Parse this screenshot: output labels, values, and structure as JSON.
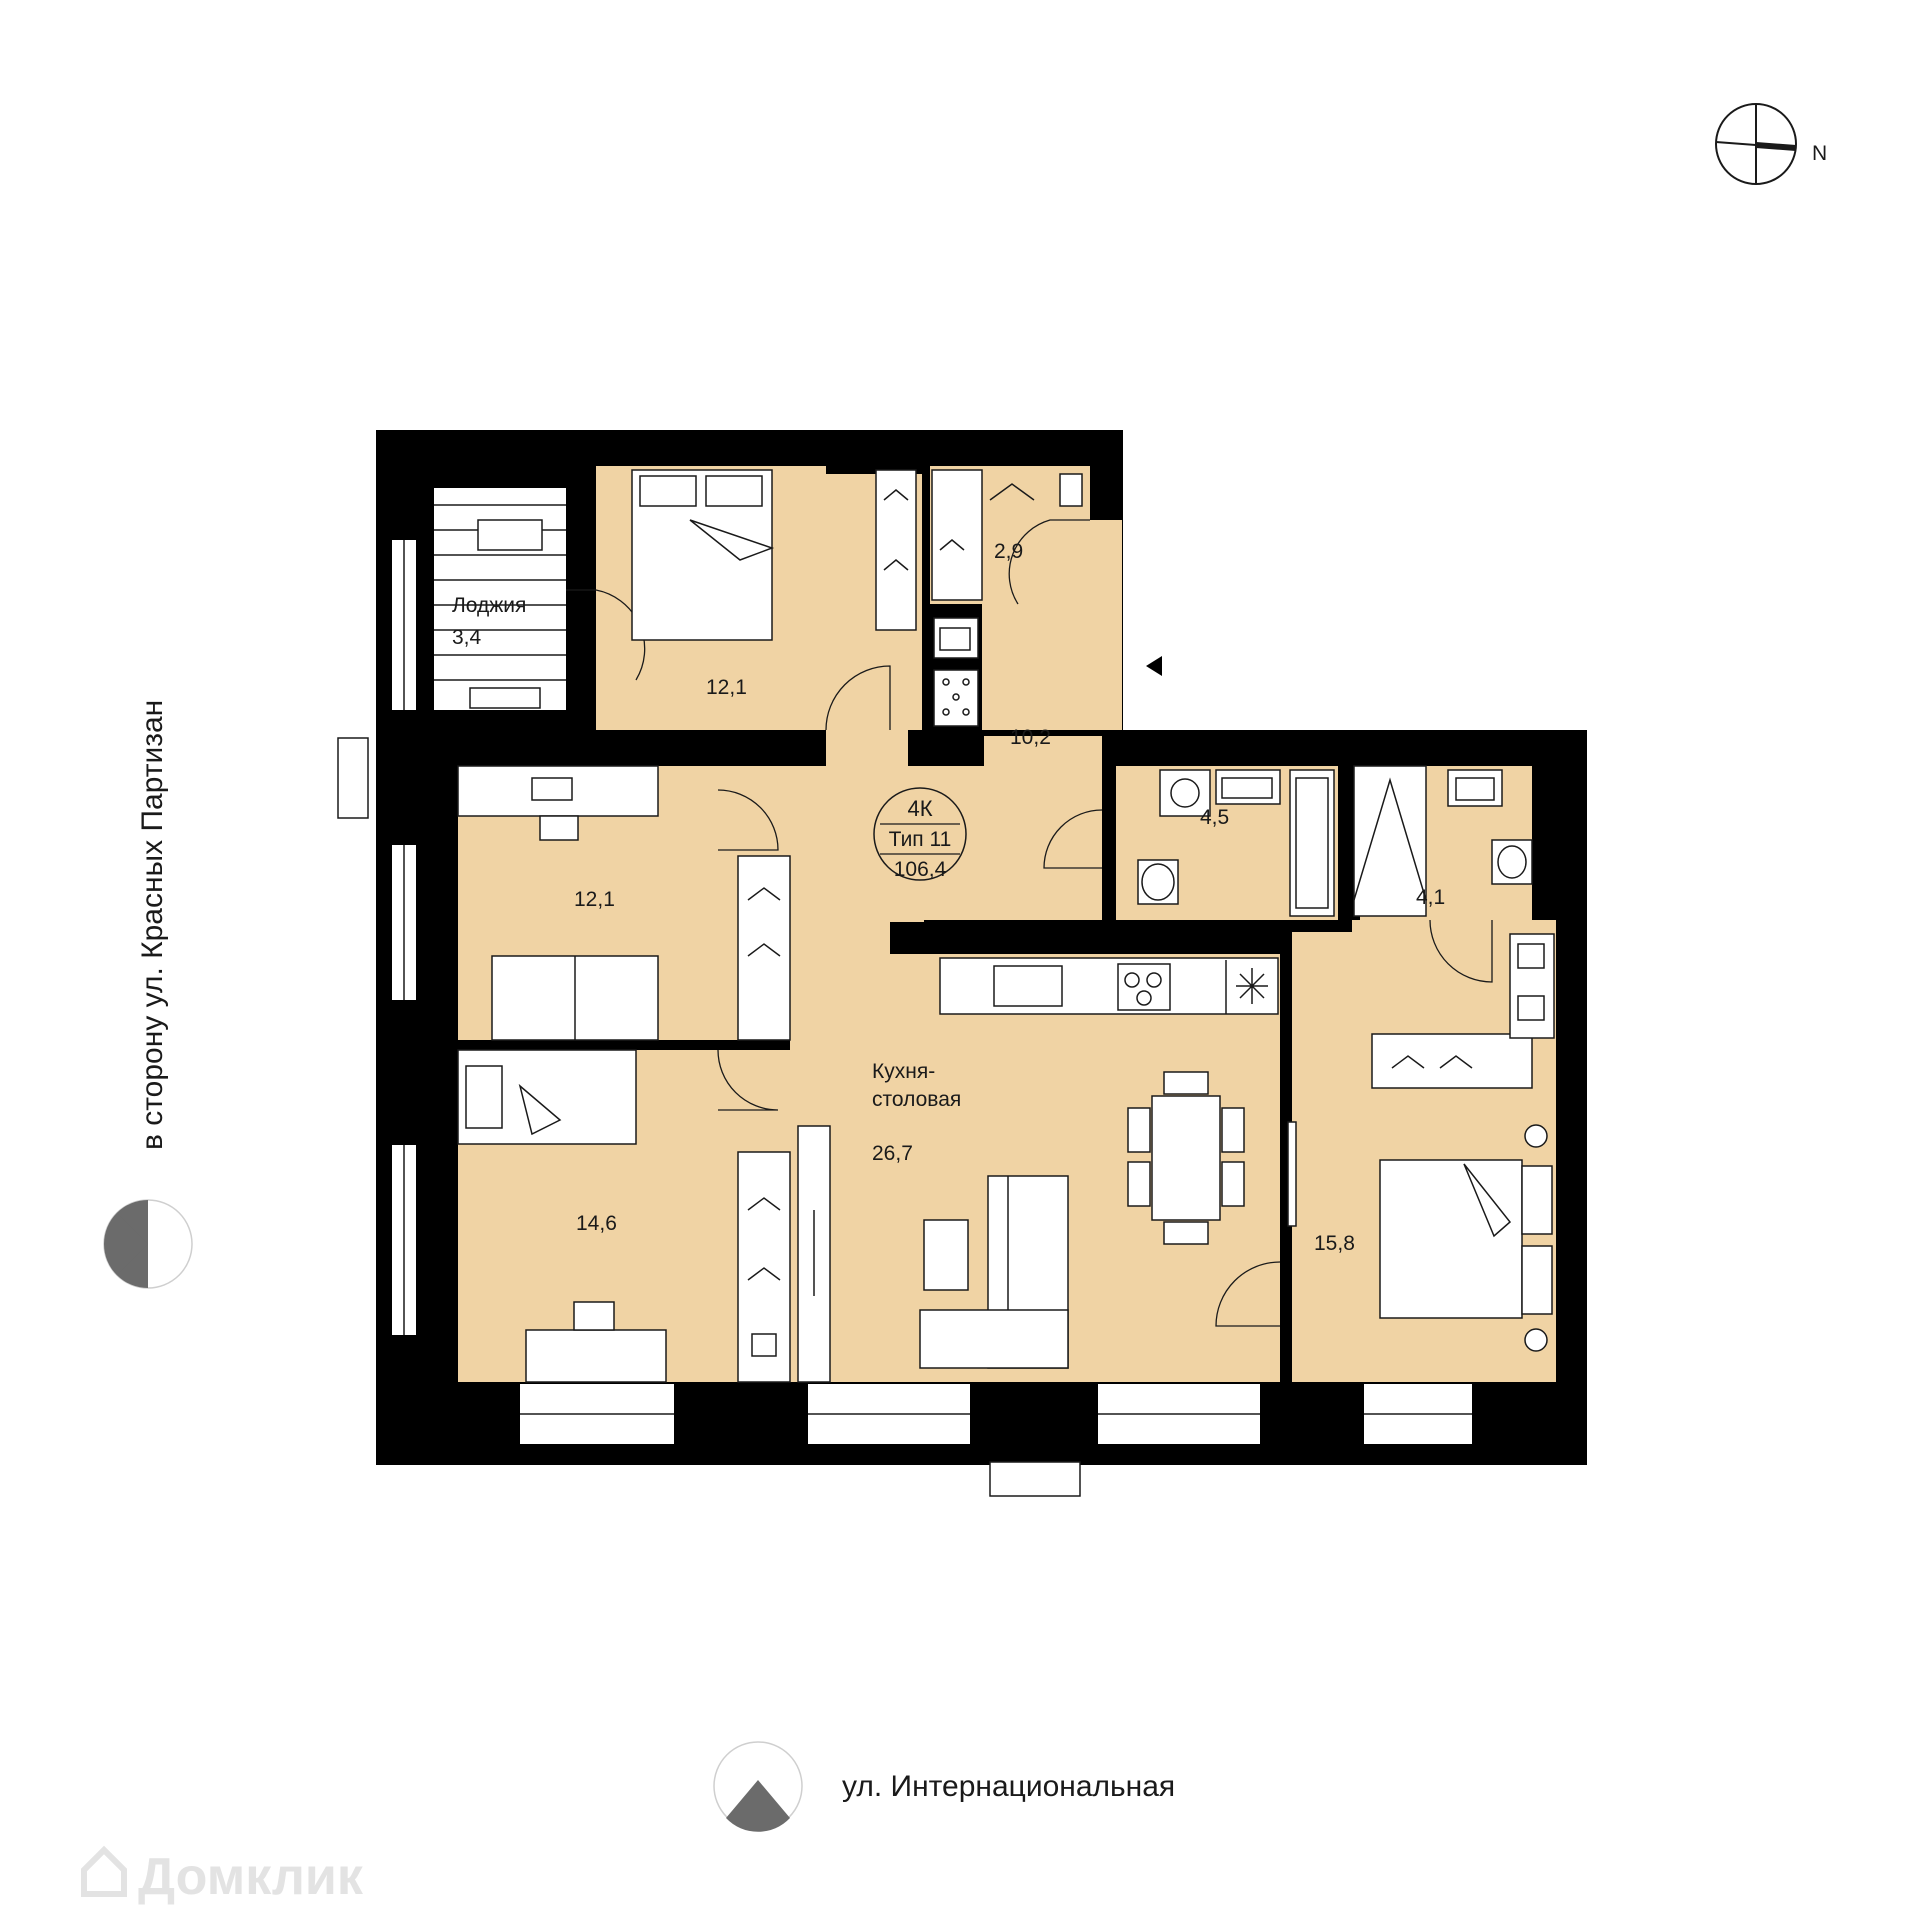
{
  "plan": {
    "code": "4К",
    "type": "Тип 11",
    "total_area": "106,4"
  },
  "rooms": {
    "loggia_name": "Лоджия",
    "loggia_area": "3,4",
    "bedroom_top": "12,1",
    "wardrobe": "2,9",
    "hall": "10,2",
    "room_mid_left": "12,1",
    "bathroom": "4,5",
    "wc": "4,1",
    "kitchen_name_1": "Кухня-",
    "kitchen_name_2": "столовая",
    "kitchen_area": "26,7",
    "bedroom_left": "14,6",
    "bedroom_right": "15,8"
  },
  "streets": {
    "left": "в сторону ул. Красных Партизан",
    "bottom": "ул. Интернациональная"
  },
  "compass": {
    "label": "N"
  },
  "watermark": "Домклик",
  "colors": {
    "floor": "#f0d3a4",
    "wall": "#000000",
    "icon": "#6b6b6b"
  }
}
